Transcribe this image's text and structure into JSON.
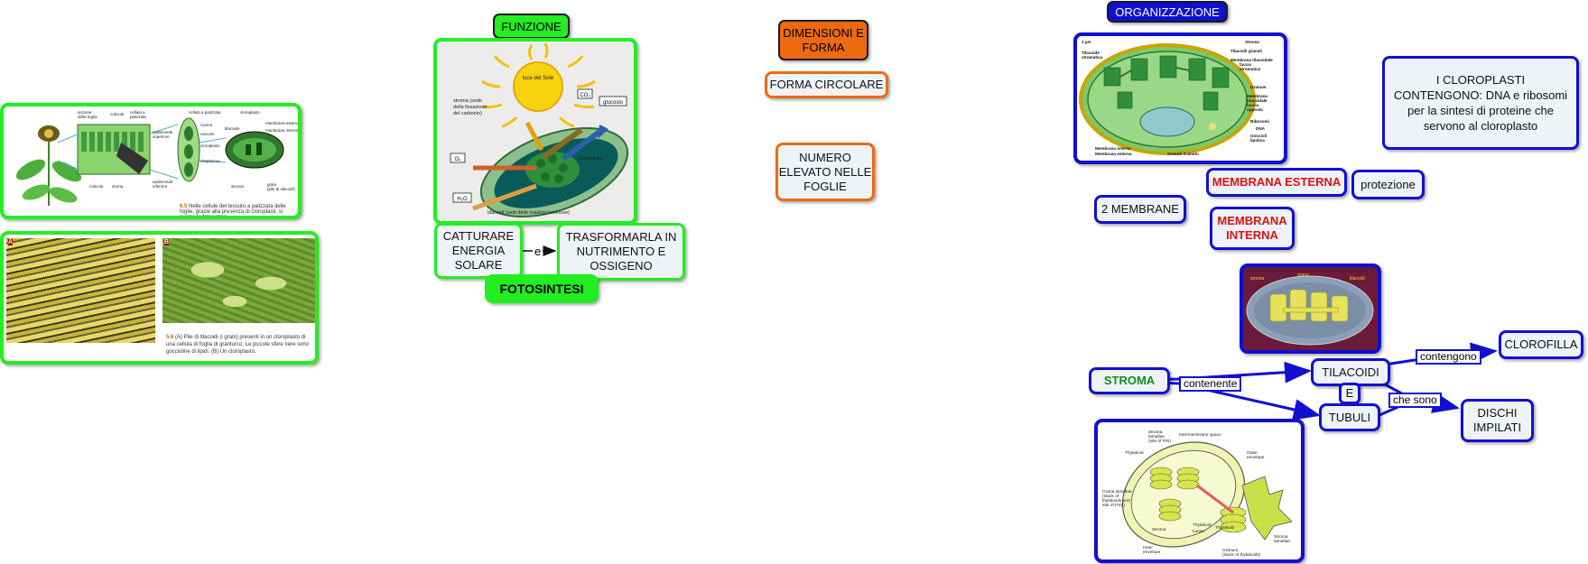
{
  "funzione": {
    "title": "FUNZIONE",
    "image_labels": {
      "sun": "luce del Sole",
      "stroma": "stroma (sede della fissazione del carbonio)",
      "co2": "CO₂",
      "glucose": "glucosio",
      "o2": "O₂",
      "h2o": "H₂O",
      "chloroplast": "cloroplasto",
      "thylakoids": "tilacoidi (sedi delle reazioni luminose)"
    },
    "capture": "CATTURARE ENERGIA SOLARE",
    "link": "e",
    "transform": "TRASFORMARLA IN NUTRIMENTO E OSSIGENO",
    "photosynthesis": "FOTOSINTESI"
  },
  "dimensioni": {
    "title": "DIMENSIONI E FORMA",
    "shape": "FORMA CIRCOLARE",
    "number": "NUMERO ELEVATO NELLE FOGLIE"
  },
  "organizzazione": {
    "title": "ORGANIZZAZIONE",
    "contains": "I CLOROPLASTI CONTENGONO: DNA e ribosomi per la sintesi di proteine che servono al cloroplasto",
    "two_membranes": "2 MEMBRANE",
    "outer_membrane": "MEMBRANA ESTERNA",
    "protection": "protezione",
    "inner_membrane": "MEMBRANA INTERNA",
    "stroma": "STROMA",
    "containing": "contenente",
    "thylakoids": "TILACOIDI",
    "and": "E",
    "tubules": "TUBULI",
    "contain": "contengono",
    "chlorophyll": "CLOROFILLA",
    "which_are": "che sono",
    "stacked_discs": "DISCHI IMPILATI"
  },
  "left_images": {
    "leaf_caption": "Nelle cellule del tessuto a palizzata delle foglie, grazie alla presenza di cloroplasti, si svolge la fotosintesi.",
    "leaf_fig": "6.5",
    "micro_caption": "(A) Pile di tilacoidi (i grani) presenti in un cloroplasto di una cellula di foglia di granturco. Le piccole sfere nere sono goccioline di lipidi. (B) Un cloroplasto.",
    "micro_fig": "5.6",
    "label_a": "A",
    "label_b": "B"
  },
  "colors": {
    "blue": "#1010d0",
    "green": "#22ee22",
    "orange": "#ee6a10",
    "red": "#e01010"
  }
}
